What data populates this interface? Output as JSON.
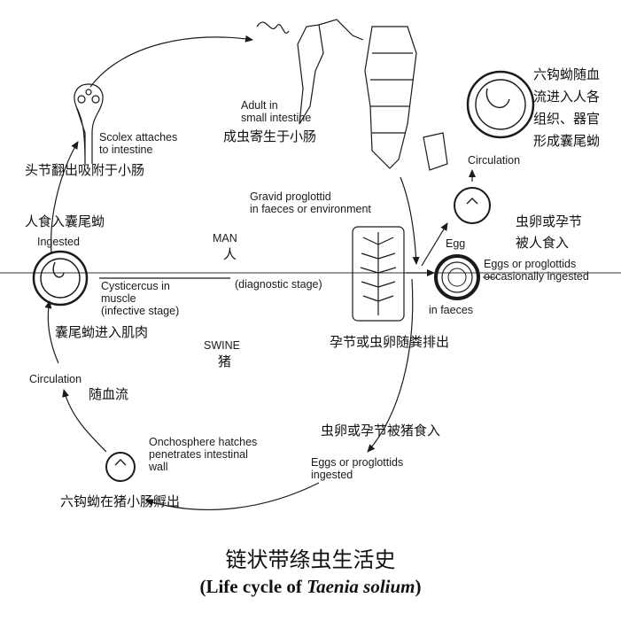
{
  "labels": {
    "scolex_en": "Scolex attaches\nto intestine",
    "scolex_cn": "头节翻出吸附于小肠",
    "adult_en": "Adult in\nsmall intestine",
    "adult_cn": "成虫寄生于小肠",
    "six_hook_cn": "六钩蚴随血\n流进入人各\n组织、器官\n形成囊尾蚴",
    "circulation_right": "Circulation",
    "gravid_en": "Gravid proglottid\nin faeces or environment",
    "egg_eaten_cn": "虫卵或孕节\n被人食入",
    "egg": "Egg",
    "eggs_occ": "Eggs or proglottids\noccasionally ingested",
    "in_faeces": "in faeces",
    "man": "MAN",
    "man_cn": "人",
    "human_eat_cn": "人食入囊尾蚴",
    "ingested": "Ingested",
    "cyst_en": "Cysticercus in\nmuscle\n(infective stage)",
    "diagnostic": "(diagnostic stage)",
    "cyst_cn": "囊尾蚴进入肌肉",
    "gravid_cn": "孕节或虫卵随粪排出",
    "swine": "SWINE",
    "swine_cn": "猪",
    "circulation_left": "Circulation",
    "blood_cn": "随血流",
    "pig_eat_cn": "虫卵或孕节被猪食入",
    "eggs_ing": "Eggs or proglottids\ningested",
    "onco_en": "Onchosphere hatches\npenetrates intestinal\nwall",
    "onco_cn": "六钩蚴在猪小肠孵出"
  },
  "title": {
    "cn": "链状带绦虫生活史",
    "en_prefix": "(Life cycle of ",
    "en_italic": "Taenia solium",
    "en_suffix": ")"
  }
}
